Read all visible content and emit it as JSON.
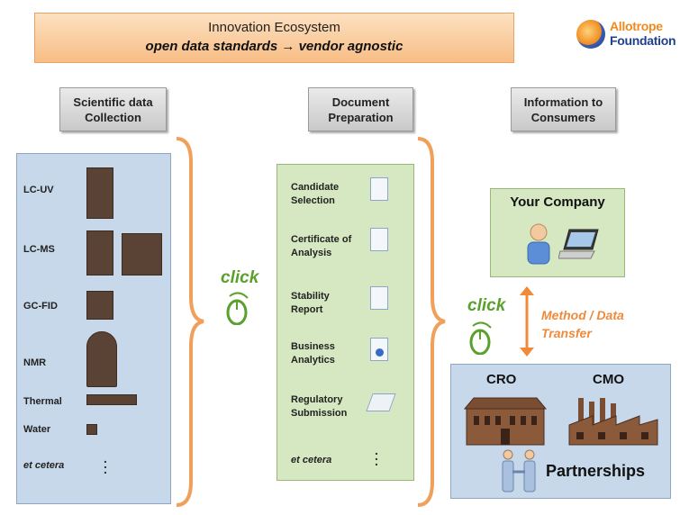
{
  "banner": {
    "line1": "Innovation Ecosystem",
    "line2": "open data standards → vendor agnostic"
  },
  "logo": {
    "line1": "Allotrope",
    "line2": "Foundation"
  },
  "headers": {
    "collection": "Scientific data Collection",
    "preparation": "Document Preparation",
    "consumers": "Information to Consumers"
  },
  "instruments": [
    "LC-UV",
    "LC-MS",
    "GC-FID",
    "NMR",
    "Thermal",
    "Water",
    "et cetera"
  ],
  "documents": [
    "Candidate Selection",
    "Certificate of Analysis",
    "Stability Report",
    "Business Analytics",
    "Regulatory Submission",
    "et cetera"
  ],
  "click_label": "click",
  "your_company": "Your Company",
  "transfer": {
    "line1": "Method / Data",
    "line2": "Transfer"
  },
  "partners": {
    "cro": "CRO",
    "cmo": "CMO",
    "label": "Partnerships"
  },
  "colors": {
    "orange": "#f08a3a",
    "green": "#5aa02c",
    "panel_blue": "#c7d8ea",
    "panel_green": "#d6e8c1"
  },
  "icons": [
    "mouse-icon",
    "document-icon",
    "person-icon",
    "laptop-icon",
    "building-icon",
    "factory-icon",
    "handshake-icon"
  ]
}
